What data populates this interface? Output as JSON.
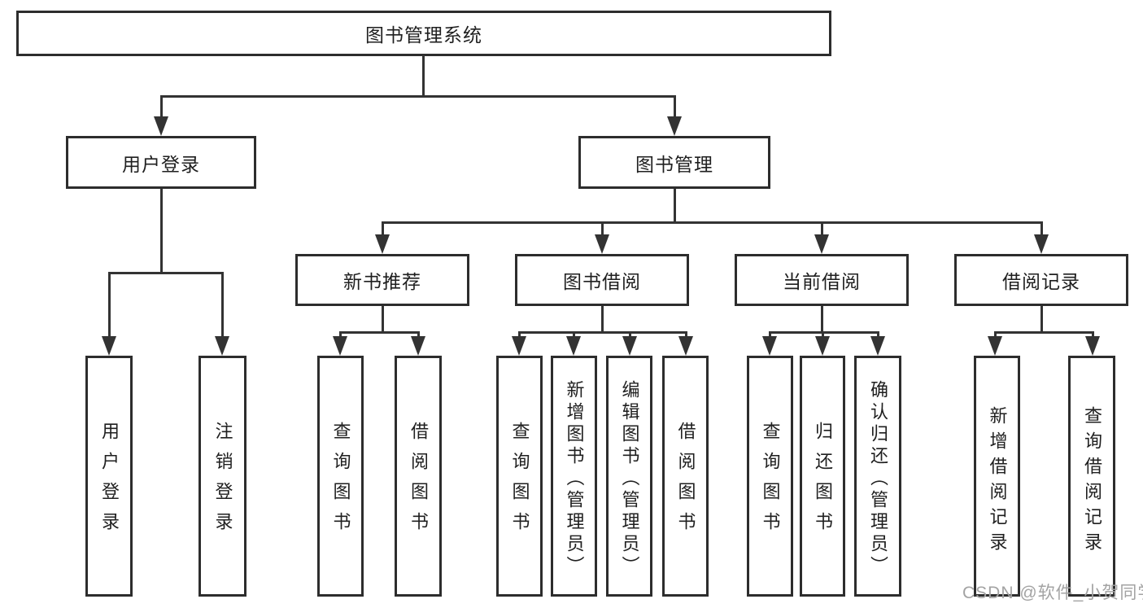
{
  "diagram_title": "图书管理系统",
  "nodes": {
    "root": "图书管理系统",
    "user_login": "用户登录",
    "book_management": "图书管理",
    "new_book_recommend": "新书推荐",
    "book_borrow": "图书借阅",
    "current_borrow": "当前借阅",
    "borrow_records": "借阅记录",
    "leaf_user_login": "用户登录",
    "leaf_logout": "注销登录",
    "leaf_query_books_1": "查询图书",
    "leaf_borrow_books_1": "借阅图书",
    "leaf_query_books_2": "查询图书",
    "leaf_add_books_admin": "新增图书（管理员）",
    "leaf_edit_books_admin": "编辑图书（管理员）",
    "leaf_borrow_books_2": "借阅图书",
    "leaf_query_books_3": "查询图书",
    "leaf_return_books": "归还图书",
    "leaf_confirm_return_admin": "确认归还（管理员）",
    "leaf_add_borrow_record": "新增借阅记录",
    "leaf_query_borrow_record": "查询借阅记录"
  },
  "watermark": "CSDN @软件_小贺同学",
  "colors": {
    "line": "#333333",
    "box_border": "#2d2d2d",
    "text": "#1f1f1f",
    "watermark": "#a3a3a3",
    "background": "#ffffff"
  }
}
